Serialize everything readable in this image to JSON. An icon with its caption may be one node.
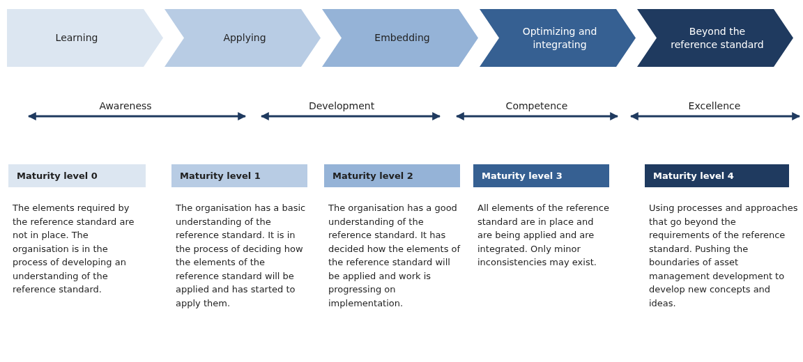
{
  "diagram": {
    "nodes": [
      {
        "text": [
          "Learning"
        ]
      },
      {
        "text": [
          "Applying"
        ]
      },
      {
        "text": [
          "Embedding"
        ]
      },
      {
        "text": [
          "Optimizing and integrating"
        ]
      },
      {
        "text": [
          "Beyond the reference standard"
        ]
      },
      {
        "text": [
          "Maturity level 0"
        ],
        "beside": [
          "The elements required by the reference standard are not in place. The organisation is in the process of developing an understanding of the reference standard."
        ]
      },
      {
        "text": [
          "Maturity level 1"
        ],
        "beside": [
          "The organisation has a basic understanding of the reference standard. It is in the process of deciding how the elements of the reference standard will be applied and has started to apply them."
        ]
      },
      {
        "text": [
          "Maturity level 2"
        ],
        "beside": [
          "The organisation has a good understanding of the reference standard. It has decided how the elements of the reference standard will be applied and work is progressing on implementation."
        ]
      },
      {
        "text": [
          "Maturity level 3"
        ],
        "beside": [
          "All elements of the reference standard are in place and are being applied and are integrated. Only minor inconsistencies may exist."
        ]
      },
      {
        "text": [
          "Maturity level 4"
        ],
        "beside": [
          "Using processes and approaches that go beyond the requirements of the reference standard. Pushing the boundaries of asset management development to develop new concepts and ideas."
        ]
      }
    ],
    "edges": [],
    "labels": [
      "Awareness",
      "Development",
      "Competence",
      "Excellence"
    ]
  }
}
